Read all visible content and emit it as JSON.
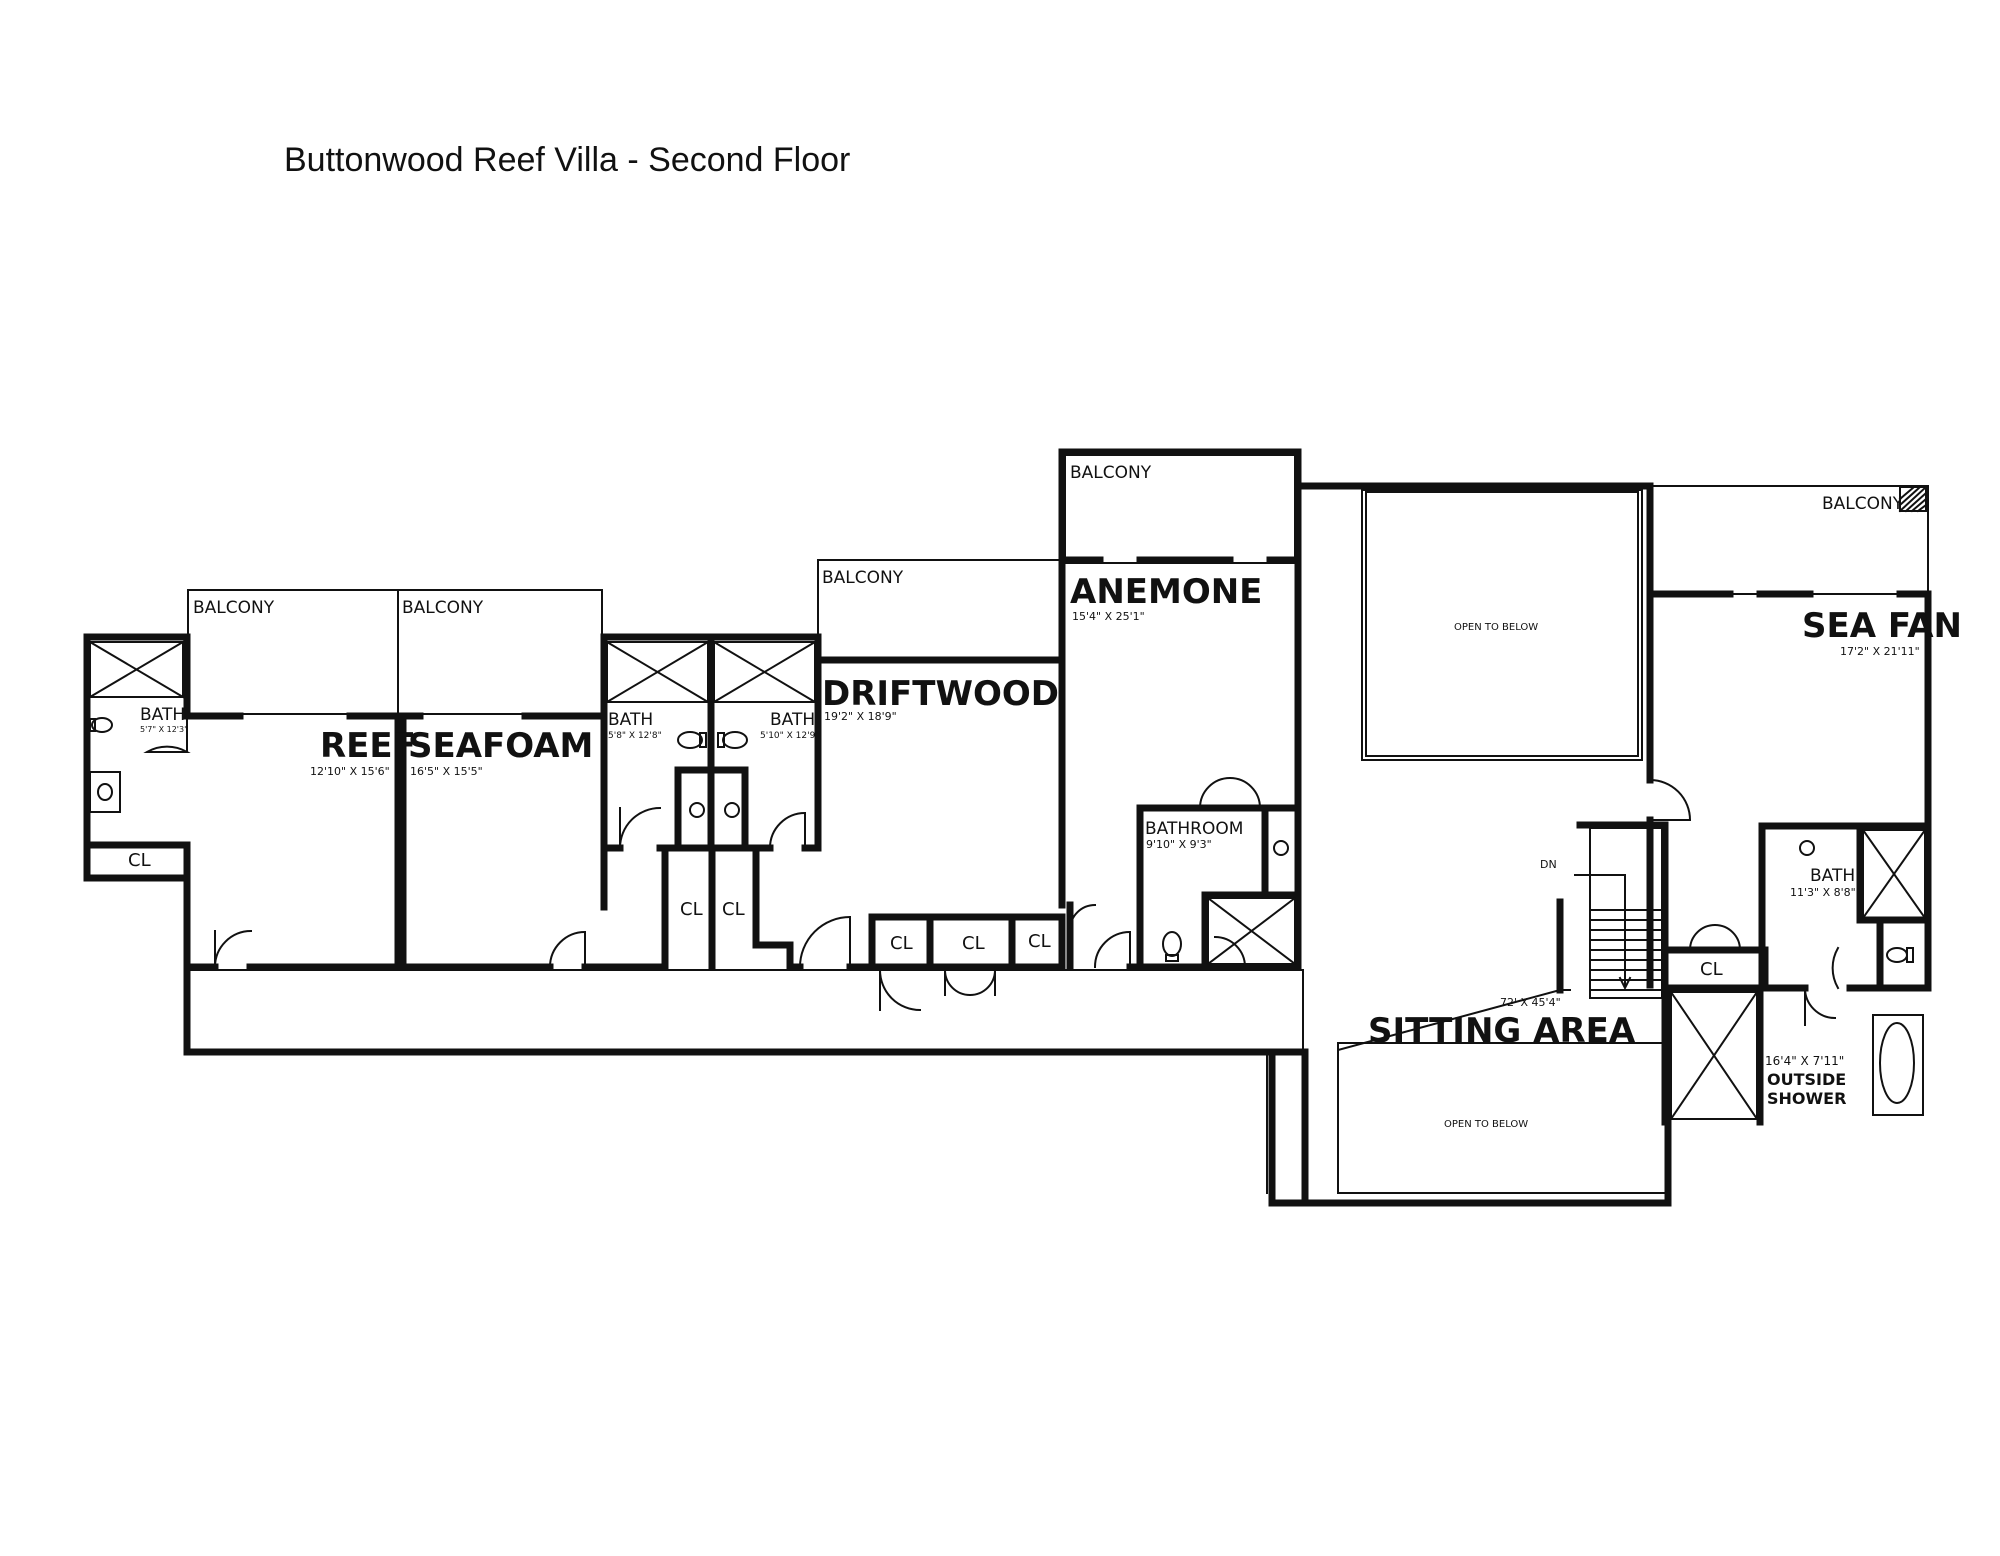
{
  "title": "Buttonwood Reef Villa - Second Floor",
  "rooms": {
    "reef": {
      "name": "REEF",
      "dims": "12'10\" X 15'6\""
    },
    "seafoam": {
      "name": "SEAFOAM",
      "dims": "16'5\" X 15'5\""
    },
    "driftwood": {
      "name": "DRIFTWOOD",
      "dims": "19'2\" X 18'9\""
    },
    "anemone": {
      "name": "ANEMONE",
      "dims": "15'4\" X 25'1\""
    },
    "seafan": {
      "name": "SEA FAN",
      "dims": "17'2\" X 21'11\""
    },
    "sitting": {
      "name": "SITTING AREA",
      "dims": "72' X 45'4\""
    },
    "bath_left": {
      "name": "BATH",
      "dims": "5'7\" X 12'3\""
    },
    "bath_mid1": {
      "name": "BATH",
      "dims": "5'8\" X 12'8\""
    },
    "bath_mid2": {
      "name": "BATH",
      "dims": "5'10\" X 12'9\""
    },
    "bathroom": {
      "name": "BATHROOM",
      "dims": "9'10\" X 9'3\""
    },
    "bath_right": {
      "name": "BATH",
      "dims": "11'3\" X 8'8\""
    },
    "outside_shower": {
      "dims": "16'4\" X 7'11\"",
      "name_line1": "OUTSIDE",
      "name_line2": "SHOWER"
    }
  },
  "labels": {
    "balcony": "BALCONY",
    "closet": "CL",
    "open_to_below": "OPEN TO BELOW",
    "down": "DN"
  }
}
